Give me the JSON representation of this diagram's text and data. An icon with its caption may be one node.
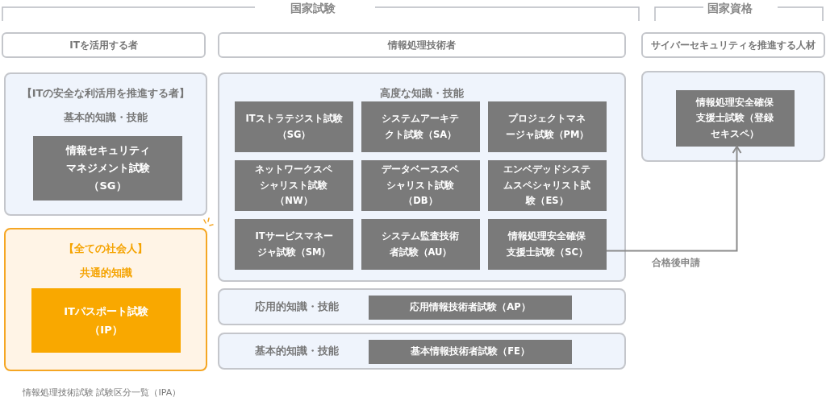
{
  "diagram": {
    "caption": "情報処理技術試験 試験区分一覧（IPA）",
    "nodes": [
      {
        "text": [
          "ITを活用する者"
        ]
      },
      {
        "text": [
          "情報処理技術者"
        ]
      },
      {
        "text": [
          "サイバーセキュリティを推進する人材"
        ]
      },
      {
        "text": [
          "【ITの安全な利活用を推進する者】",
          "基本的知識・技能"
        ]
      },
      {
        "text": [
          "情報セキュリティマネジメント試験（SG）"
        ],
        "in": 3
      },
      {
        "text": [
          "【全ての社会人】",
          "共通的知識"
        ]
      },
      {
        "text": [
          "ITパスポート試験（IP）"
        ],
        "in": 5
      },
      {
        "text": [
          "高度な知識・技能"
        ]
      },
      {
        "text": [
          "ITストラテジスト試験（SG）"
        ],
        "in": 7
      },
      {
        "text": [
          "システムアーキテクト試験（SA）"
        ],
        "in": 7
      },
      {
        "text": [
          "プロジェクトマネージャ試験（PM）"
        ],
        "in": 7
      },
      {
        "text": [
          "ネットワークスペシャリスト試験（NW）"
        ],
        "in": 7
      },
      {
        "text": [
          "データベーススペシャリスト試験（DB）"
        ],
        "in": 7
      },
      {
        "text": [
          "エンベデッドシステムスペシャリスト試験（ES）"
        ],
        "in": 7
      },
      {
        "text": [
          "ITサービスマネージャ試験（SM）"
        ],
        "in": 7
      },
      {
        "text": [
          "システム監査技術者試験（AU）"
        ],
        "in": 7
      },
      {
        "text": [
          "情報処理安全確保支援士試験（SC）"
        ],
        "in": 7
      },
      {
        "text": [
          "応用的知識・技能"
        ]
      },
      {
        "text": [
          "応用情報技術者試験（AP）"
        ],
        "in": 17
      },
      {
        "text": [
          "基本的知識・技能"
        ]
      },
      {
        "text": [
          "基本情報技術者試験（FE）"
        ],
        "in": 19
      },
      {
        "text": [],
        "shape": "box"
      },
      {
        "text": [
          "情報処理安全確保支援士試験（登録セキスペ）"
        ],
        "in": 21
      }
    ],
    "edges": [
      {
        "from": 16,
        "to": 22,
        "arrow": "to",
        "label": "合格後申請"
      }
    ],
    "labels": [
      "国家試験",
      "国家資格"
    ]
  }
}
